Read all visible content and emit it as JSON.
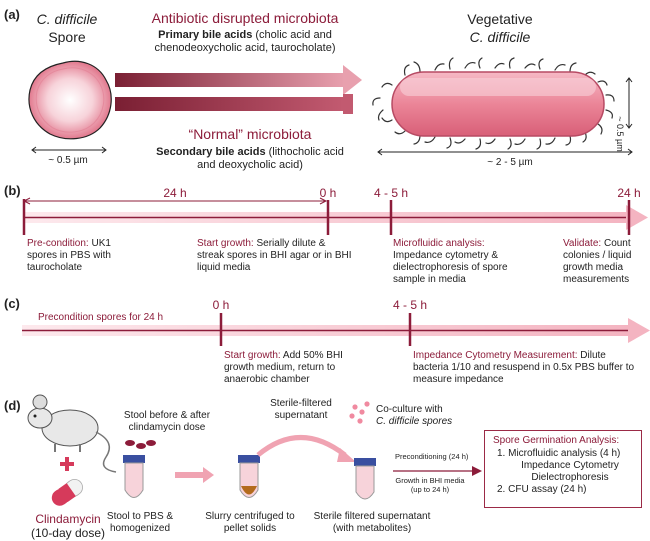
{
  "colors": {
    "maroon": "#8c1c3a",
    "pink": "#f0a3b2",
    "light_pink": "#f7d3da",
    "gradient_dark": "#7a1f33"
  },
  "panel_a": {
    "label": "(a)",
    "spore_title_line1": "C. difficile",
    "spore_title_line2": "Spore",
    "spore_size": "~ 0.5 µm",
    "antibiotic_title": "Antibiotic disrupted microbiota",
    "primary_bile_bold": "Primary bile acids",
    "primary_bile_rest_line1": " (cholic acid and",
    "primary_bile_line2": "chenodeoxycholic acid, taurocholate)",
    "normal_title": "“Normal” microbiota",
    "secondary_bile_bold": "Secondary bile acids",
    "secondary_bile_rest_line1": " (lithocholic acid",
    "secondary_bile_line2": "and deoxycholic acid)",
    "vegetative_line1": "Vegetative",
    "vegetative_line2": "C. difficile",
    "vegetative_length": "~ 2 - 5 µm",
    "vegetative_width": "~ 0.5 µm"
  },
  "panel_b": {
    "label": "(b)",
    "span_label": "24 h",
    "tick_0h": "0 h",
    "tick_45h": "4 - 5 h",
    "tick_24h": "24 h",
    "steps": [
      {
        "title": "Pre-condition:",
        "rest": " UK1",
        "line2": "spores in PBS with",
        "line3": "taurocholate",
        "line4": ""
      },
      {
        "title": "Start growth:",
        "rest": " Serially dilute &",
        "line2": "streak spores in BHI agar or in BHI",
        "line3": "liquid media",
        "line4": ""
      },
      {
        "title": "Microfluidic analysis:",
        "rest": "",
        "line2": "Impedance cytometry &",
        "line3": "dielectrophoresis of spore",
        "line4": "sample in media"
      },
      {
        "title": "Validate:",
        "rest": " Count",
        "line2": "colonies / liquid",
        "line3": "growth media",
        "line4": "measurements"
      }
    ]
  },
  "panel_c": {
    "label": "(c)",
    "precondition": "Precondition spores for 24 h",
    "tick_0h": "0 h",
    "tick_45h": "4 - 5 h",
    "start_title": "Start growth:",
    "start_rest": " Add 50% BHI",
    "start_line2": "growth medium, return to",
    "start_line3": "anaerobic chamber",
    "impedance_title": "Impedance Cytometry Measurement:",
    "impedance_rest": " Dilute",
    "impedance_line2": "bacteria 1/10 and resuspend in 0.5x PBS buffer to",
    "impedance_line3": "measure impedance"
  },
  "panel_d": {
    "label": "(d)",
    "stool_before_line1": "Stool before & after",
    "stool_before_line2": "clindamycin dose",
    "sterile_line1": "Sterile-filtered",
    "sterile_line2": "supernatant",
    "coculture_line1": "Co-culture with",
    "coculture_line2": "C. difficile spores",
    "plus": "+",
    "clindamycin": "Clindamycin",
    "dose": "(10-day dose)",
    "stool_pbs_line1": "Stool to PBS &",
    "stool_pbs_line2": "homogenized",
    "slurry_line1": "Slurry centrifuged to",
    "slurry_line2": "pellet solids",
    "sterile_filtered_line1": "Sterile filtered supernatant",
    "sterile_filtered_line2": "(with metabolites)",
    "preconditioning": "Preconditioning (24 h)",
    "growth_line1": "Growth in BHI media",
    "growth_line2": "(up to 24 h)",
    "analysis_title": "Spore Germination Analysis:",
    "analysis_items": [
      "1. Microfluidic analysis (4 h)",
      "Impedance Cytometry",
      "Dielectrophoresis",
      "2. CFU assay (24 h)"
    ]
  }
}
